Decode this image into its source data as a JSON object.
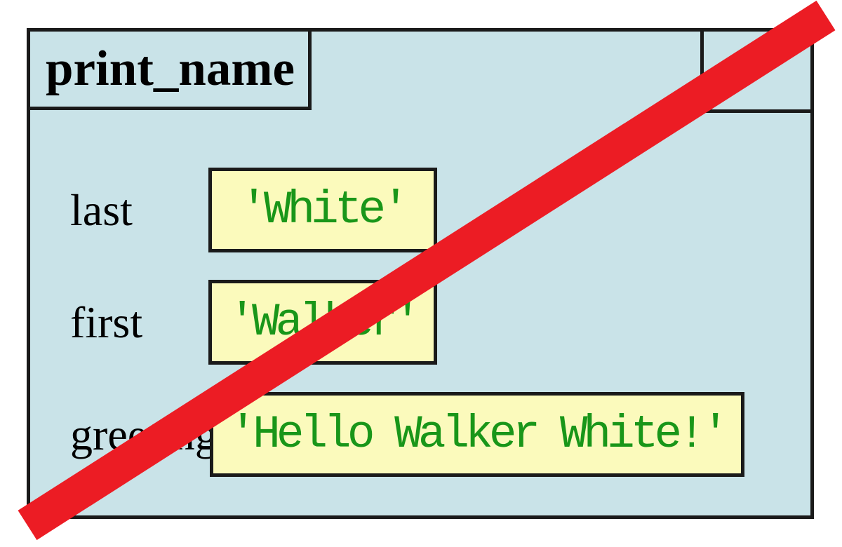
{
  "diagram": {
    "kind": "call-frame-crossed-out",
    "frame": {
      "function_name": "print_name",
      "program_counter_box": "",
      "variables": [
        {
          "name": "last",
          "value": "'White'"
        },
        {
          "name": "first",
          "value": "'Walker'"
        },
        {
          "name": "greeting",
          "value": "'Hello Walker White!'"
        }
      ]
    },
    "icons": {
      "strikethrough": "red-diagonal-stripe"
    }
  },
  "colors": {
    "page_bg": "#ffffff",
    "frame_fill": "#c9e3e8",
    "frame_border": "#1a1a1a",
    "value_fill": "#fbfabc",
    "value_border": "#1a1a1a",
    "value_text": "#199619",
    "label_text": "#000000",
    "strike": "#ec1c24"
  }
}
